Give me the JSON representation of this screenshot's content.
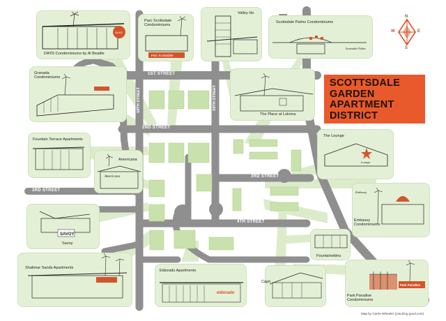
{
  "title": "SCOTTSDALE GARDEN APARTMENT DISTRICT",
  "credit": "Map by Carrie Wheeler (cracking good.com)",
  "compass": {
    "n": "N",
    "e": "E",
    "s": "S",
    "w": "W"
  },
  "streets": {
    "first": "1ST STREET",
    "second": "2ND STREET",
    "third_east": "3RD STREET",
    "third_west": "3RD STREET",
    "fourth": "4TH STREET",
    "sixty_eighth": "68TH STREET",
    "sixty_ninth": "69TH STREET"
  },
  "places": {
    "ddkeo": "DAYD Condominiums by Al Beadle",
    "parc": "Parc Scottsdale Condominiums",
    "valley_ho": "Valley Ho",
    "palms": "Scottsdale Palms Condominiums",
    "granada": "Granada Condominiums",
    "place_loloma": "The Place at Loloma",
    "fountain_terrace": "Fountain Terrace Apartments",
    "americana": "Americana",
    "lounge": "The Lounge",
    "embassy": "Embassy Condominiums",
    "savoy": "Savoy",
    "fontainebleu": "Fountainebleu",
    "shalimar": "Shalimar Sands Apartments",
    "eldorado": "Eldorado Apartments",
    "capri": "Capri",
    "park_paradise": "Park Paradise Condominiums"
  },
  "sign_text": {
    "parc": "Parc Scottsdale",
    "americana": "Americana",
    "lounge": "Lounge",
    "embassy": "Embassy",
    "eldorado": "eldorado",
    "savoy": "SAVOY",
    "park_paradise": "Park Paradise",
    "palms": "Scottsdale Palms",
    "ddkeo": "DAYD"
  },
  "colors": {
    "road": "#8f8f8f",
    "block": "#c9e2ad",
    "card": "#e4f0d6",
    "beam": "#d7e9c3",
    "title_bg": "#e85a2b",
    "accent": "#d4542a"
  }
}
